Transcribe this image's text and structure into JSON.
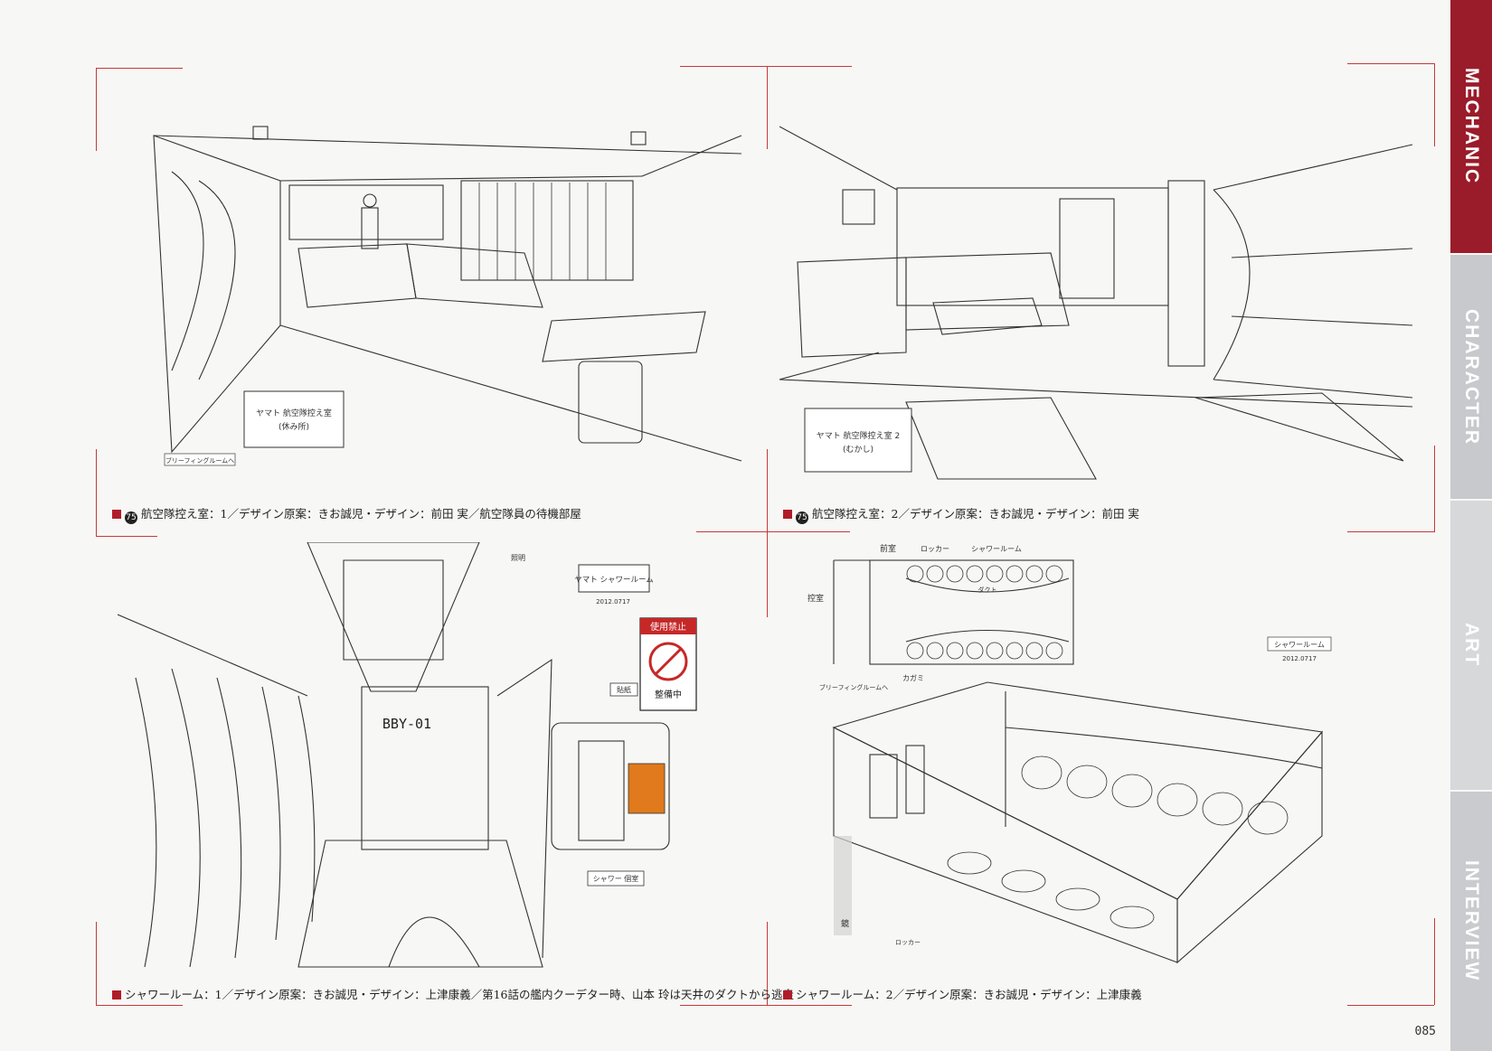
{
  "sidebar": {
    "tabs": [
      {
        "label": "MECHANIC",
        "active": true
      },
      {
        "label": "CHARACTER",
        "active": false
      },
      {
        "label": "ART",
        "active": false
      },
      {
        "label": "INTERVIEW",
        "active": false
      }
    ],
    "active_color": "#9a1c2a"
  },
  "panels": {
    "p1": {
      "caption_num": "75",
      "caption": "航空隊控え室：1／デザイン原案：きお誠児・デザイン：前田 実／航空隊員の待機部屋",
      "note": "ヤマト 航空隊控え室",
      "note_sub": "(休み所)",
      "arrow_label": "ブリーフィングルームへ"
    },
    "p2": {
      "caption_num": "75",
      "caption": "航空隊控え室：2／デザイン原案：きお誠児・デザイン：前田 実",
      "note": "ヤマト 航空隊控え室 2",
      "note_sub": "(むかし)"
    },
    "p3": {
      "caption": "シャワールーム：1／デザイン原案：きお誠児・デザイン：上津康義／第16話の艦内クーデター時、山本 玲は天井のダクトから逃走",
      "hull_code": "BBY-01",
      "note": "ヤマト シャワールーム",
      "date": "2012.0717",
      "sign_title": "使用禁止",
      "sign_sub": "整備中",
      "sign_left": "貼紙",
      "label_light": "照明",
      "label_shower": "シャワー 個室"
    },
    "p4": {
      "caption": "シャワールーム：2／デザイン原案：きお誠児・デザイン：上津康義",
      "plan_label_front": "前室",
      "plan_label_locker": "ロッカー",
      "plan_label_shower": "シャワールーム",
      "plan_label_duct": "ダクト",
      "plan_label_anteroom": "控室",
      "plan_label_mirror": "カガミ",
      "plan_label_briefing": "ブリーフィングルームへ",
      "room_tag": "シャワールーム",
      "room_date": "2012.0717",
      "label_mirror2": "鏡",
      "label_locker2": "ロッカー"
    }
  },
  "page_number": "085"
}
